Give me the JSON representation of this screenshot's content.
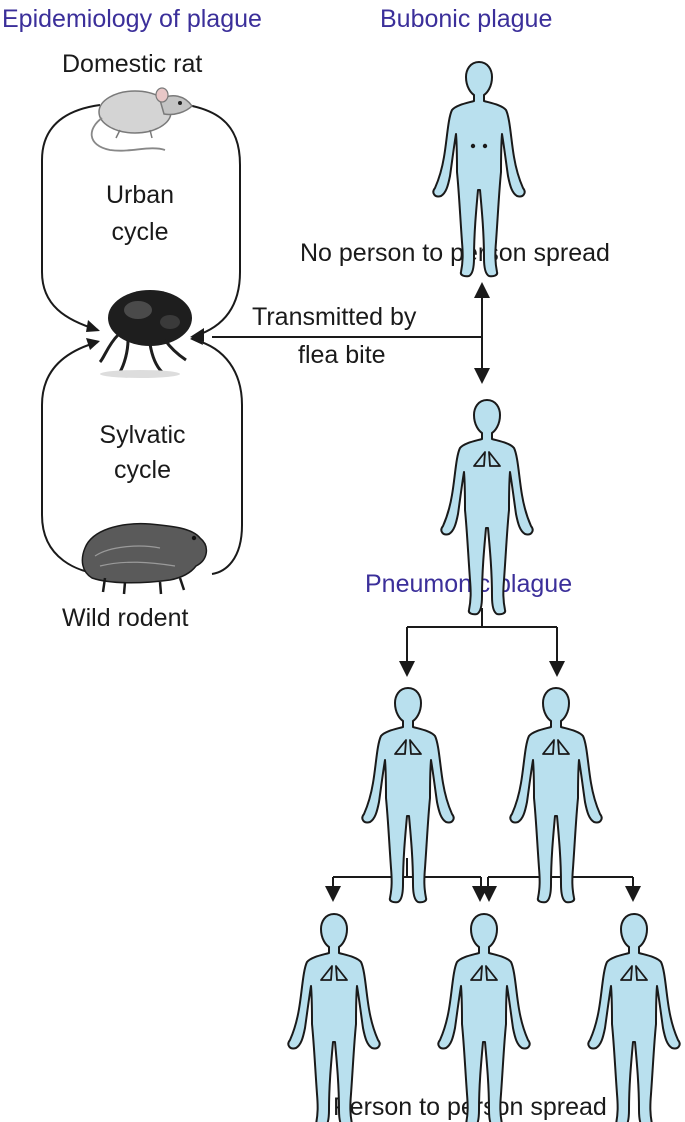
{
  "titles": {
    "left": "Epidemiology of plague",
    "bubonic": "Bubonic plague",
    "pneumonic": "Pneumonic plague"
  },
  "labels": {
    "domestic_rat": "Domestic rat",
    "urban_cycle_1": "Urban",
    "urban_cycle_2": "cycle",
    "sylvatic_cycle_1": "Sylvatic",
    "sylvatic_cycle_2": "cycle",
    "wild_rodent": "Wild rodent",
    "transmitted_1": "Transmitted by",
    "transmitted_2": "flea bite",
    "no_spread": "No person to person spread",
    "spread": "Person to person spread"
  },
  "colors": {
    "title": "#3b2f9a",
    "body_fill": "#b9e0ee",
    "line": "#1a1a1a"
  }
}
